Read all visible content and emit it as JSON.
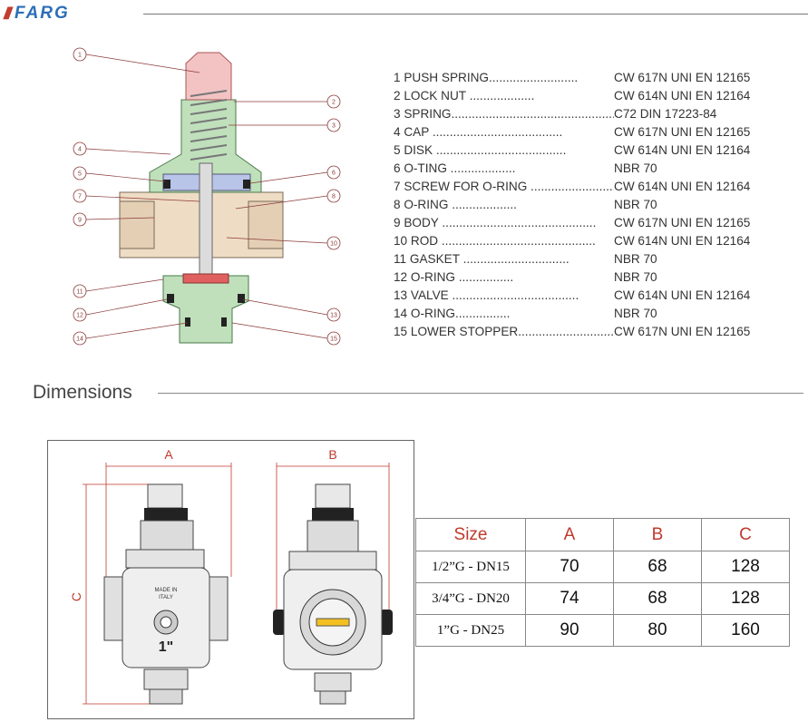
{
  "header": {
    "brand": "FARG",
    "brand_colors": {
      "slashes": "#c0392b",
      "text": "#2c6fb7"
    }
  },
  "callouts": [
    "1",
    "2",
    "3",
    "4",
    "5",
    "6",
    "7",
    "8",
    "9",
    "10",
    "11",
    "12",
    "13",
    "14",
    "15"
  ],
  "parts": [
    {
      "label": "1 PUSH SPRING..........................",
      "material": "CW 617N UNI EN 12165"
    },
    {
      "label": "2 LOCK NUT ...................",
      "material": "CW 614N UNI EN 12164"
    },
    {
      "label": "3 SPRING.................................................",
      "material": "C72 DIN 17223-84"
    },
    {
      "label": "4 CAP ......................................",
      "material": "CW 617N UNI EN 12165"
    },
    {
      "label": "5 DISK ......................................",
      "material": "CW 614N UNI EN 12164"
    },
    {
      "label": "6 O-TING ...................",
      "material": "NBR 70"
    },
    {
      "label": "7 SCREW FOR O-RING ............................",
      "material": "CW 614N UNI EN 12164"
    },
    {
      "label": "8 O-RING ...................",
      "material": "NBR 70"
    },
    {
      "label": "9 BODY .............................................",
      "material": "CW 617N UNI EN 12165"
    },
    {
      "label": "10 ROD .............................................",
      "material": "CW 614N UNI EN 12164"
    },
    {
      "label": "11 GASKET ...............................",
      "material": "NBR 70"
    },
    {
      "label": "12 O-RING ................",
      "material": "NBR 70"
    },
    {
      "label": "13 VALVE .....................................",
      "material": "CW 614N UNI EN 12164"
    },
    {
      "label": "14 O-RING................",
      "material": "NBR 70"
    },
    {
      "label": "15 LOWER STOPPER.............................",
      "material": "CW 617N UNI EN 12165"
    }
  ],
  "dimensions": {
    "title": "Dimensions",
    "label_a": "A",
    "label_b": "B",
    "label_c": "C",
    "body_marking_1": "MADE IN",
    "body_marking_2": "ITALY",
    "body_size_mark": "1\"",
    "table": {
      "headers": [
        "Size",
        "A",
        "B",
        "C"
      ],
      "rows": [
        [
          "1/2”G - DN15",
          "70",
          "68",
          "128"
        ],
        [
          "3/4”G - DN20",
          "74",
          "68",
          "128"
        ],
        [
          "1”G - DN25",
          "90",
          "80",
          "160"
        ]
      ]
    },
    "accent_color": "#c0392b"
  }
}
